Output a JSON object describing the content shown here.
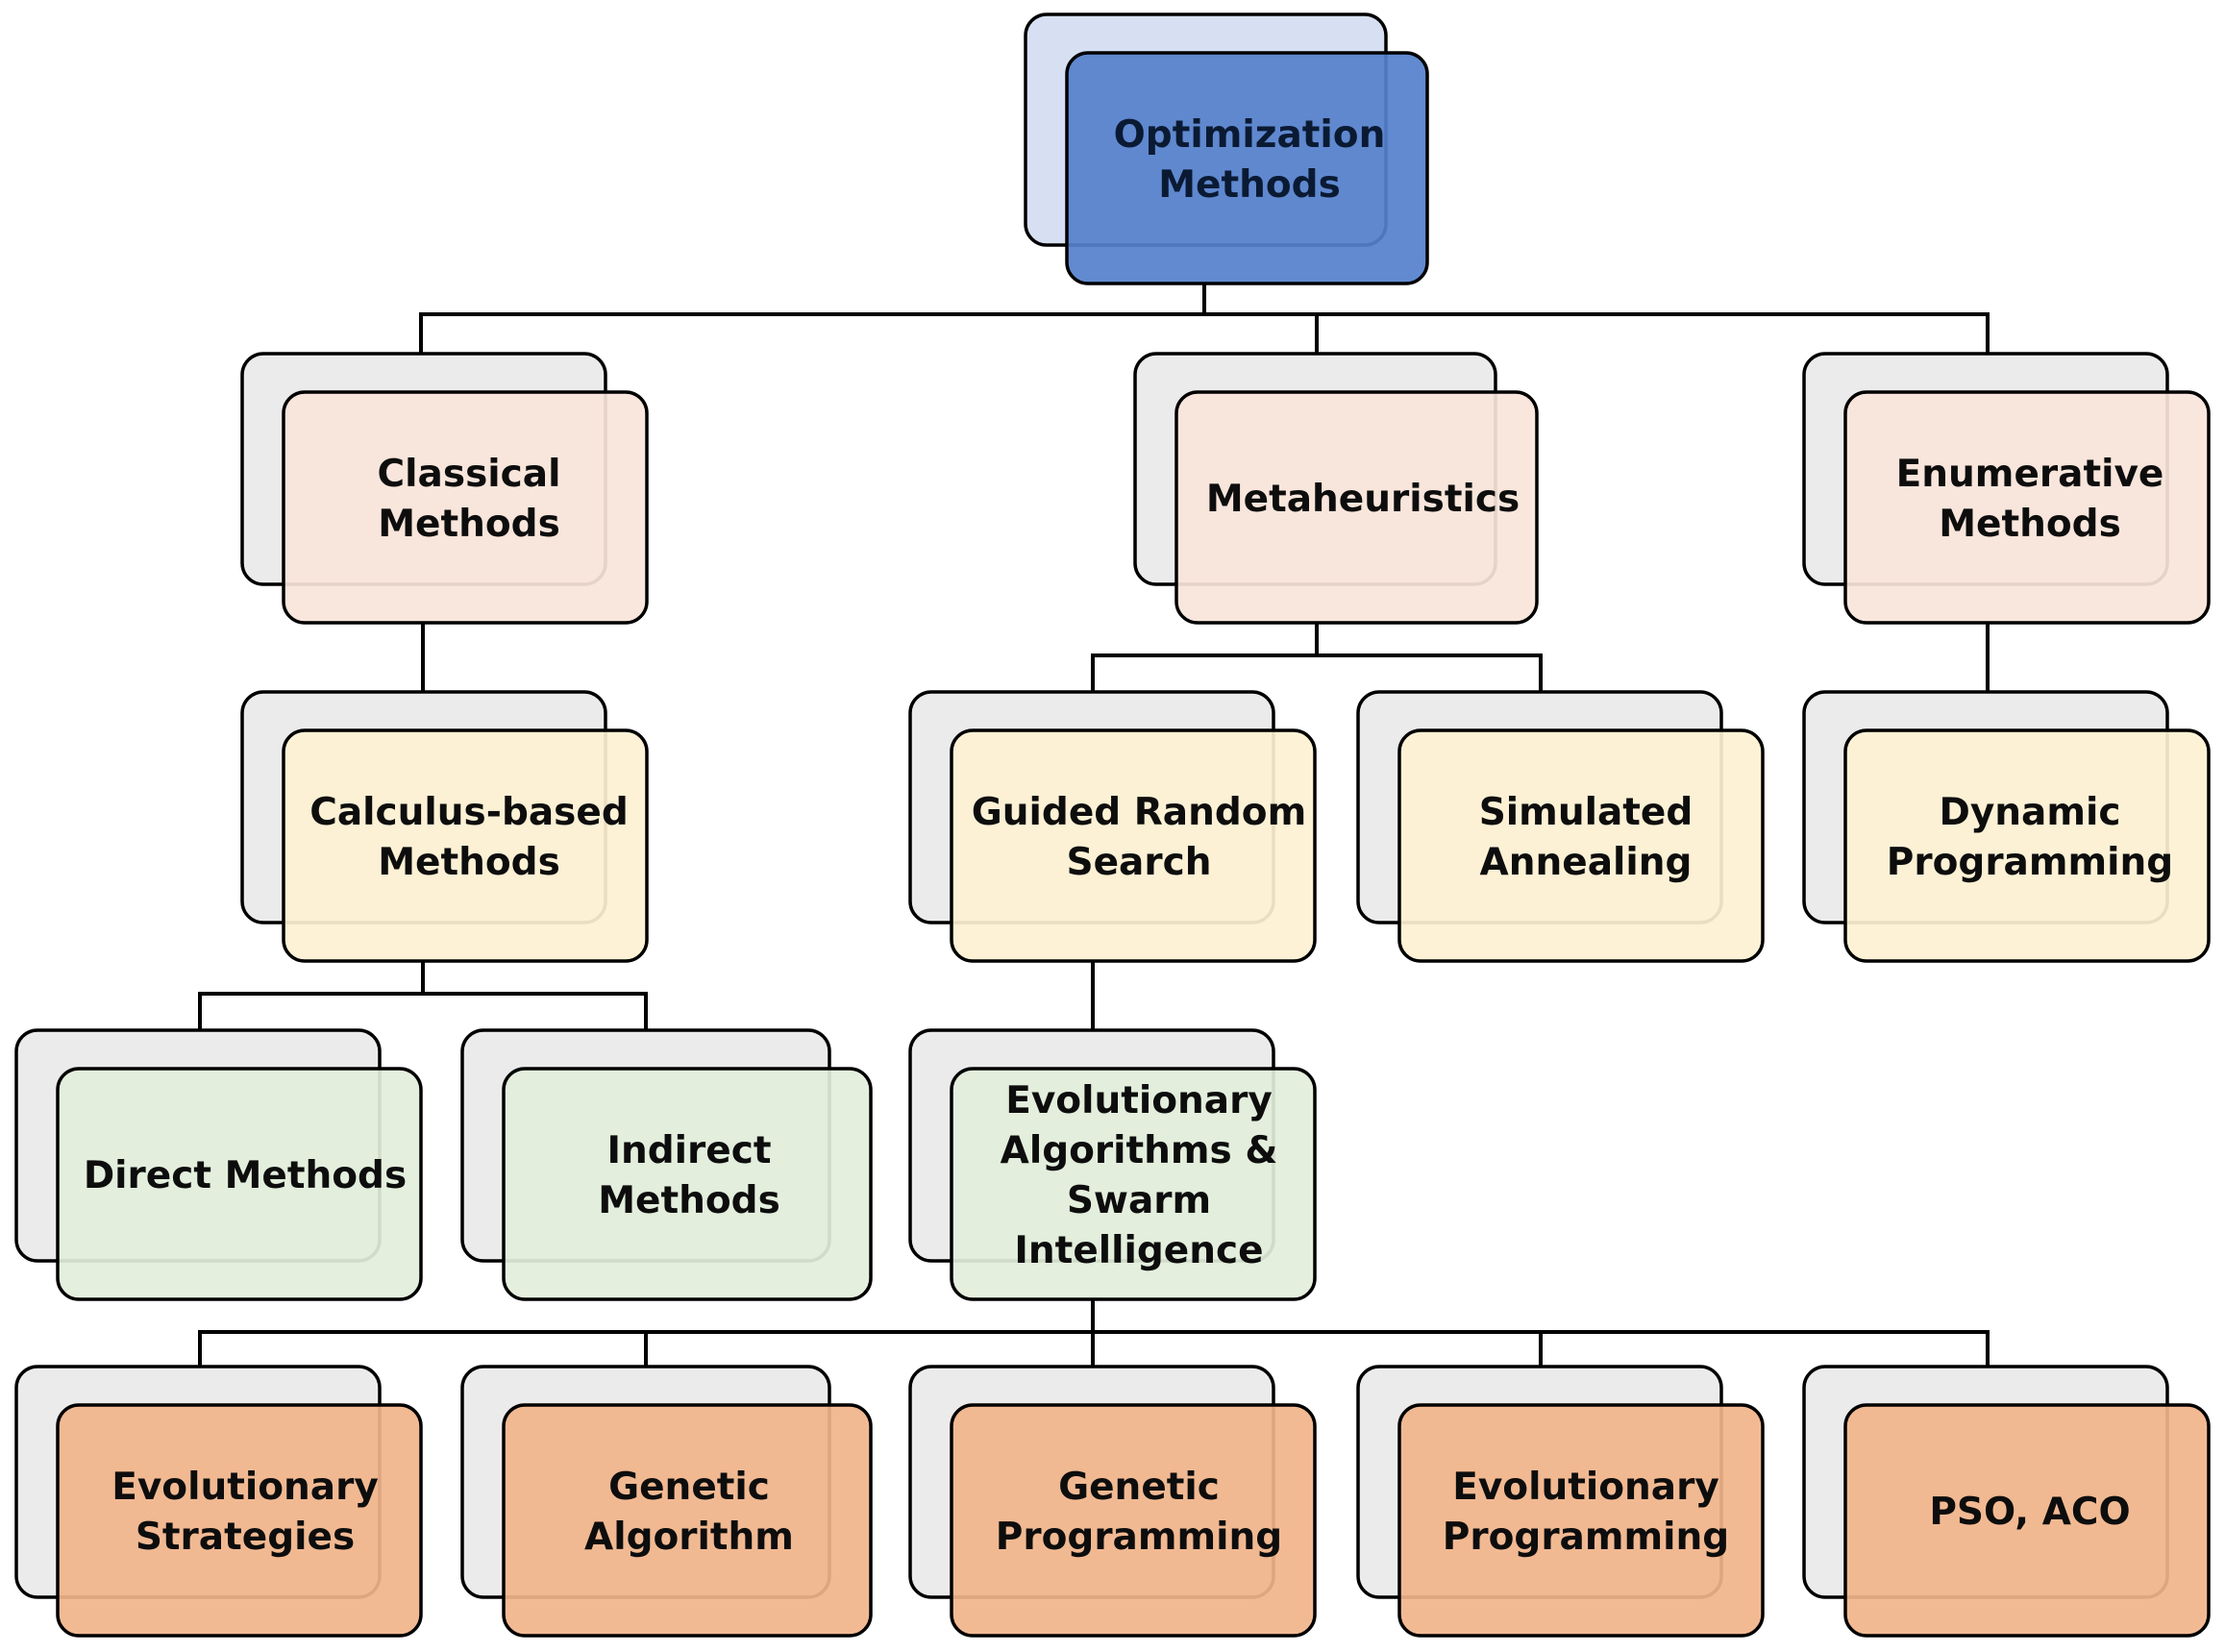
{
  "colors": {
    "connector": "#000000",
    "shadow_box": "#ebebeb",
    "root_shadow": "#d6e0f2",
    "root": "#5580cc",
    "level1": "#f8e4d9",
    "level2": "#fdf1d2",
    "level3": "#e2eedb",
    "level4": "#f1b48a"
  },
  "nodes": {
    "root": {
      "lines": [
        "Optimization",
        "Methods"
      ]
    },
    "classical": {
      "lines": [
        "Classical",
        "Methods"
      ]
    },
    "metaheuristics": {
      "lines": [
        "Metaheuristics"
      ]
    },
    "enumerative": {
      "lines": [
        "Enumerative",
        "Methods"
      ]
    },
    "calculus": {
      "lines": [
        "Calculus-based",
        "Methods"
      ]
    },
    "guided": {
      "lines": [
        "Guided Random",
        "Search"
      ]
    },
    "annealing": {
      "lines": [
        "Simulated",
        "Annealing"
      ]
    },
    "dynamic": {
      "lines": [
        "Dynamic",
        "Programming"
      ]
    },
    "direct": {
      "lines": [
        "Direct Methods"
      ]
    },
    "indirect": {
      "lines": [
        "Indirect",
        "Methods"
      ]
    },
    "evolutionary": {
      "lines": [
        "Evolutionary",
        "Algorithms &",
        "Swarm",
        "Intelligence"
      ]
    },
    "strategies": {
      "lines": [
        "Evolutionary",
        "Strategies"
      ]
    },
    "genetic_alg": {
      "lines": [
        "Genetic",
        "Algorithm"
      ]
    },
    "genetic_prog": {
      "lines": [
        "Genetic",
        "Programming"
      ]
    },
    "evo_prog": {
      "lines": [
        "Evolutionary",
        "Programming"
      ]
    },
    "pso": {
      "lines": [
        "PSO, ACO"
      ]
    }
  }
}
